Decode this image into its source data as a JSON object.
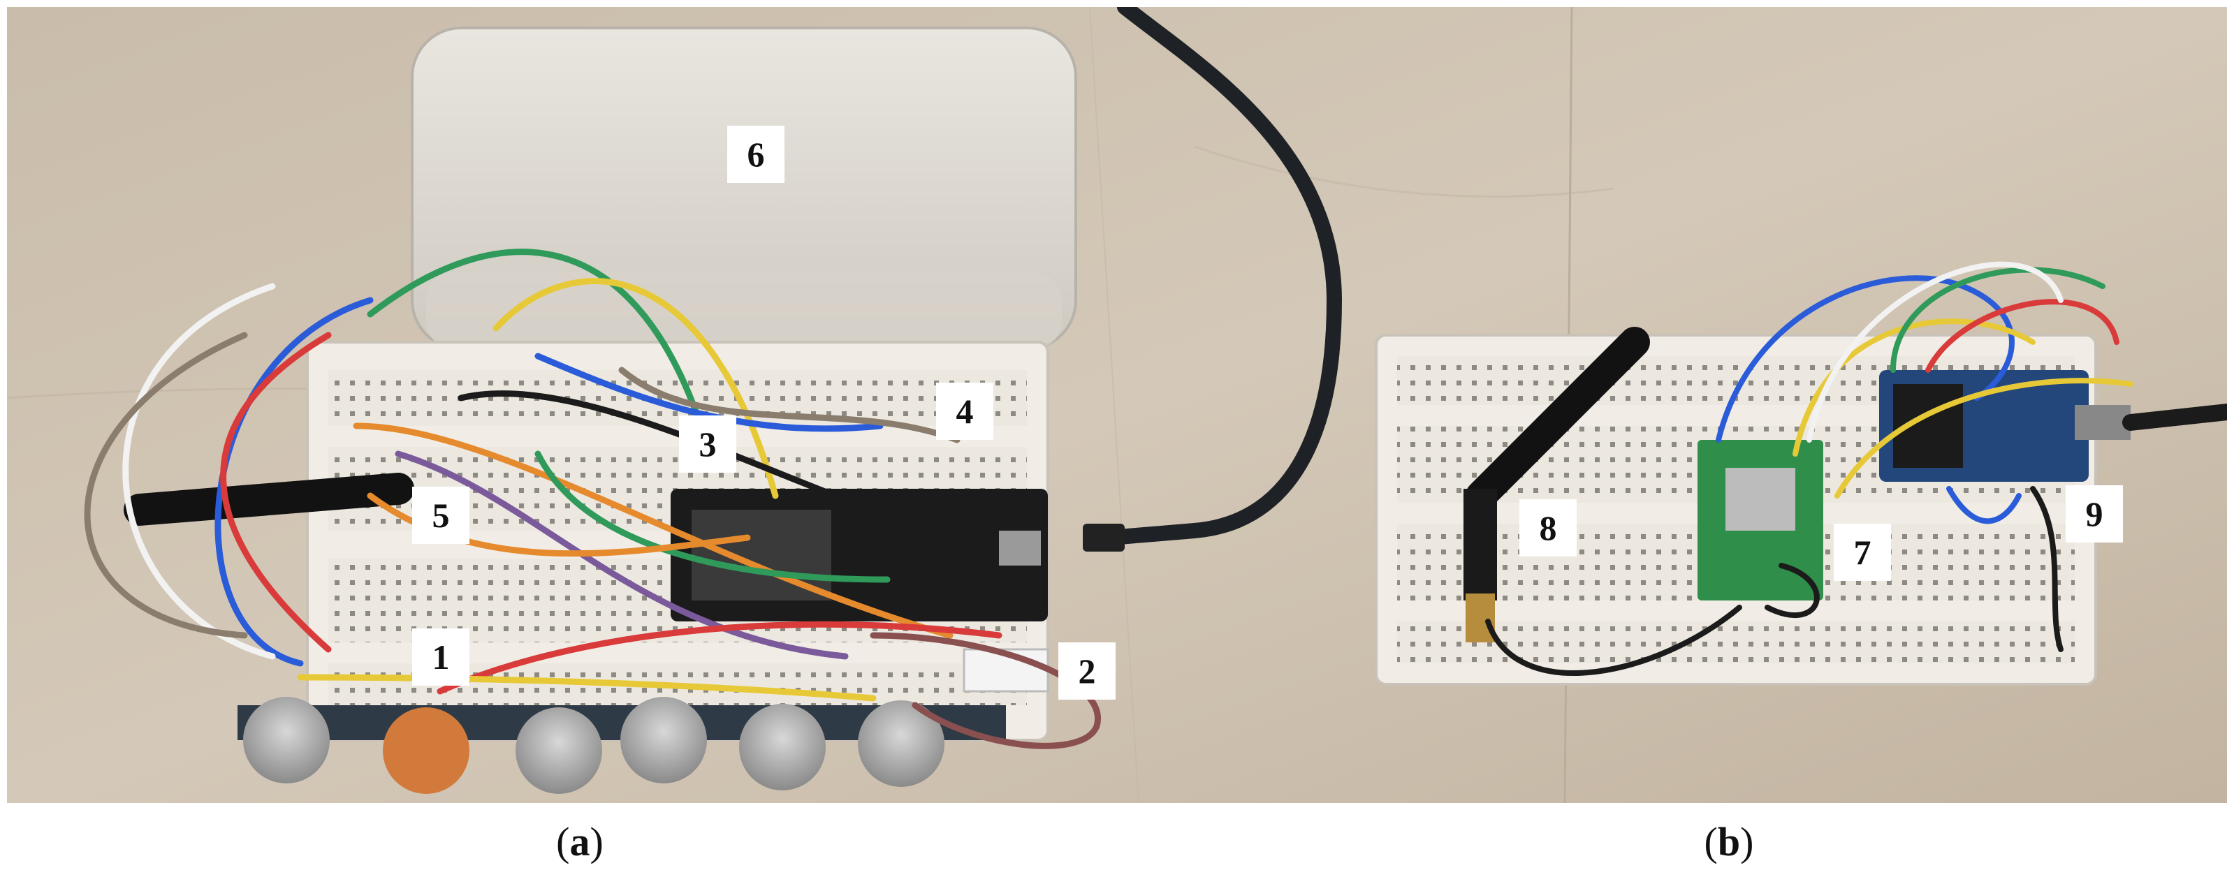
{
  "figure": {
    "panels": [
      {
        "id": "a",
        "caption_letter": "a"
      },
      {
        "id": "b",
        "caption_letter": "b"
      }
    ],
    "markers": {
      "m1": "1",
      "m2": "2",
      "m3": "3",
      "m4": "4",
      "m5": "5",
      "m6": "6",
      "m7": "7",
      "m8": "8",
      "m9": "9"
    }
  }
}
